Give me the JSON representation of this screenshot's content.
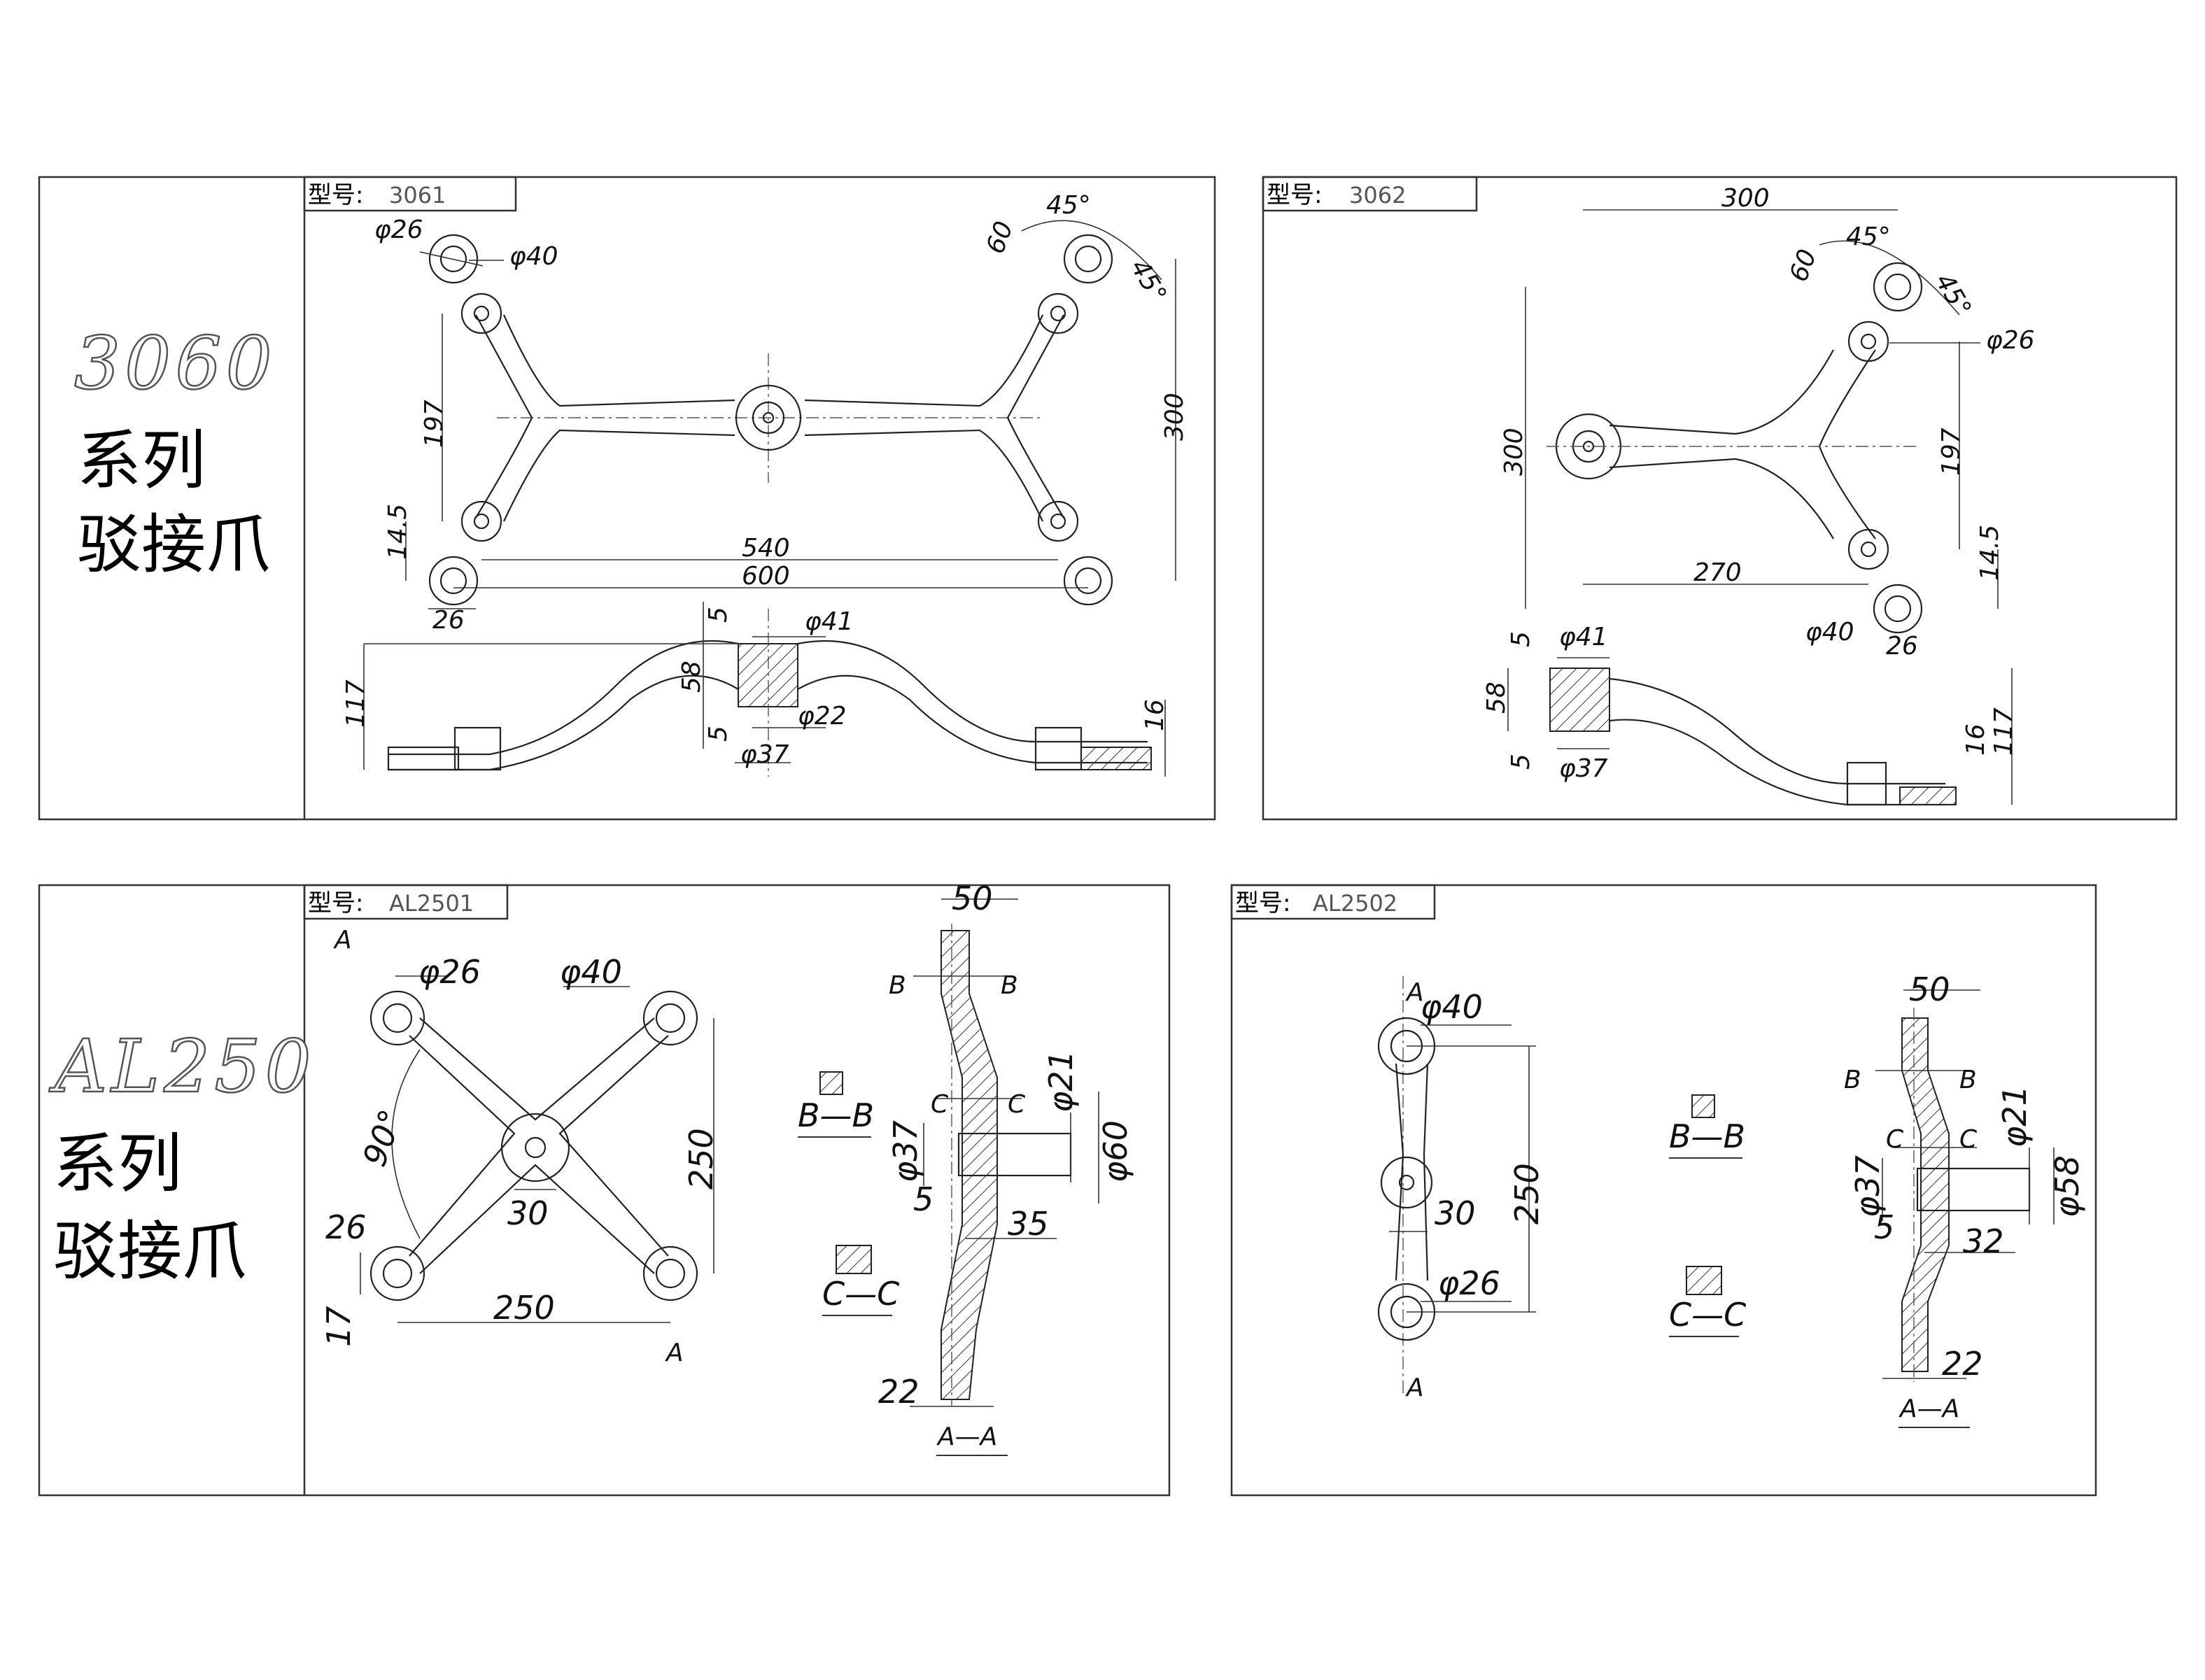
{
  "panels": {
    "top_left": {
      "series_code": "3060",
      "series_line1": "系列",
      "series_line2": "驳接爪",
      "model_label": "型号:",
      "model_value": "3061",
      "dims": {
        "d26_top": "φ26",
        "d40_top": "φ40",
        "h197": "197",
        "h14_5": "14.5",
        "w26": "26",
        "w540": "540",
        "w600": "600",
        "h300": "300",
        "a45_1": "45°",
        "a45_2": "45°",
        "l60": "60",
        "s5_top": "5",
        "s41": "φ41",
        "s58": "58",
        "s117": "117",
        "s5_bot": "5",
        "s22": "φ22",
        "s37": "φ37",
        "s16": "16"
      }
    },
    "top_right": {
      "model_label": "型号:",
      "model_value": "3062",
      "dims": {
        "w300": "300",
        "a45_1": "45°",
        "a45_2": "45°",
        "l60": "60",
        "d26": "φ26",
        "h300": "300",
        "h197": "197",
        "w270": "270",
        "h14_5": "14.5",
        "d40": "φ40",
        "w26": "26",
        "s5_top": "5",
        "s41": "φ41",
        "s58": "58",
        "s5_bot": "5",
        "s37": "φ37",
        "s16": "16",
        "s117": "117"
      }
    },
    "bottom_left": {
      "series_code": "AL250",
      "series_line1": "系列",
      "series_line2": "驳接爪",
      "model_label": "型号:",
      "model_value": "AL2501",
      "dims": {
        "a_top": "A",
        "d26": "φ26",
        "d40": "φ40",
        "h250": "250",
        "a90": "90°",
        "w30": "30",
        "w26": "26",
        "h17": "17",
        "w250": "250",
        "a_bot": "A",
        "bb_top": "B",
        "bb_top2": "B",
        "w50": "50",
        "c_left": "C",
        "c_right": "C",
        "d21": "φ21",
        "d37": "φ37",
        "d60": "φ60",
        "s5": "5",
        "s35": "35",
        "s22": "22",
        "sec_bb": "B—B",
        "sec_cc": "C—C",
        "sec_aa": "A—A"
      }
    },
    "bottom_right": {
      "model_label": "型号:",
      "model_value": "AL2502",
      "dims": {
        "a_top": "A",
        "d40": "φ40",
        "h250": "250",
        "w30": "30",
        "d26": "φ26",
        "a_bot": "A",
        "w50": "50",
        "bb_left": "B",
        "bb_right": "B",
        "c_left": "C",
        "c_right": "C",
        "d21": "φ21",
        "d37": "φ37",
        "d58": "φ58",
        "s5": "5",
        "s32": "32",
        "s22": "22",
        "sec_bb": "B—B",
        "sec_cc": "C—C",
        "sec_aa": "A—A"
      }
    }
  }
}
